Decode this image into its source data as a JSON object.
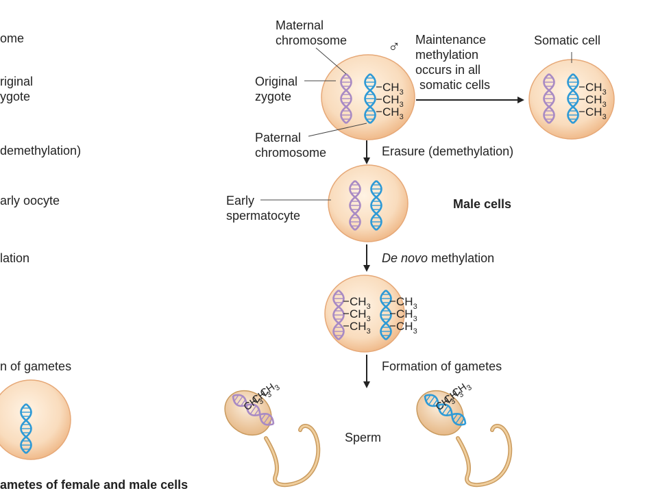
{
  "colors": {
    "cell_fill": "#f8d9b6",
    "cell_edge": "#e6a877",
    "maternal_strand": "#a88ac4",
    "paternal_strand": "#2e9ad6",
    "sperm_body": "#e9c08e",
    "arrow": "#222222"
  },
  "left_partial": {
    "label_1": "ome",
    "label_2a": "riginal",
    "label_2b": "ygote",
    "label_3": "demethylation)",
    "label_4": "arly oocyte",
    "label_5": "lation",
    "label_6": "n of gametes",
    "caption": "ametes of female and male cells"
  },
  "zygote": {
    "maternal_label_a": "Maternal",
    "maternal_label_b": "chromosome",
    "original_label_a": "Original",
    "original_label_b": "zygote",
    "paternal_label_a": "Paternal",
    "paternal_label_b": "chromosome",
    "male_symbol": "♂",
    "methyl": "CH",
    "methyl_sub": "3"
  },
  "maintenance": {
    "line_1": "Maintenance",
    "line_2": "methylation",
    "line_3": "occurs in all",
    "line_4": "somatic cells"
  },
  "somatic": {
    "label": "Somatic cell"
  },
  "erasure": {
    "label": "Erasure (demethylation)"
  },
  "spermatocyte": {
    "label_a": "Early",
    "label_b": "spermatocyte"
  },
  "male_cells": {
    "label": "Male cells"
  },
  "de_novo": {
    "italic": "De novo",
    "rest": " methylation"
  },
  "gametes": {
    "label": "Formation of gametes"
  },
  "sperm": {
    "label": "Sperm"
  }
}
